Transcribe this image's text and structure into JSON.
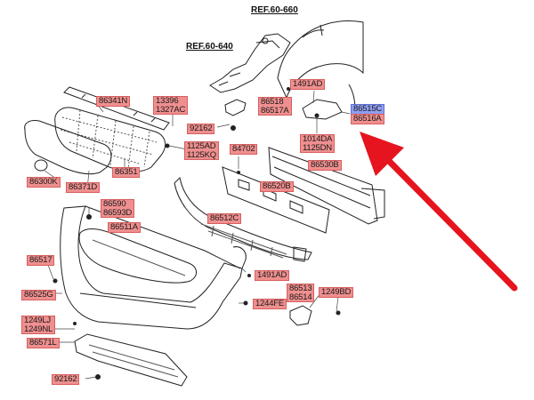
{
  "refs": [
    "REF.60-660",
    "REF.60-640"
  ],
  "parts": {
    "p86341N": "86341N",
    "p13396_1327AC": [
      "13396",
      "1327AC"
    ],
    "p86518_86517A": [
      "86518",
      "86517A"
    ],
    "p1491AD_top": "1491AD",
    "p86515C": "86515C",
    "p86516A": "86516A",
    "p92162_top": "92162",
    "p1125AD_1125KQ": [
      "1125AD",
      "1125KQ"
    ],
    "p84702": "84702",
    "p1014DA_1125DN": [
      "1014DA",
      "1125DN"
    ],
    "p86530B": "86530B",
    "p86351": "86351",
    "p86300K": "86300K",
    "p86371D": "86371D",
    "p86520B": "86520B",
    "p86590_86593D": [
      "86590",
      "86593D"
    ],
    "p86512C": "86512C",
    "p86511A": "86511A",
    "p86517": "86517",
    "p1491AD_mid": "1491AD",
    "p86525G": "86525G",
    "p86513_86514": [
      "86513",
      "86514"
    ],
    "p1249BD": "1249BD",
    "p1244FE": "1244FE",
    "p1249LJ_1249NL": [
      "1249LJ",
      "1249NL"
    ],
    "p86571L": "86571L",
    "p92162_bot": "92162"
  },
  "colors": {
    "label_fill": "#ef8f8f",
    "highlight_fill": "#8f9ef0",
    "arrow": "#e5141e"
  }
}
